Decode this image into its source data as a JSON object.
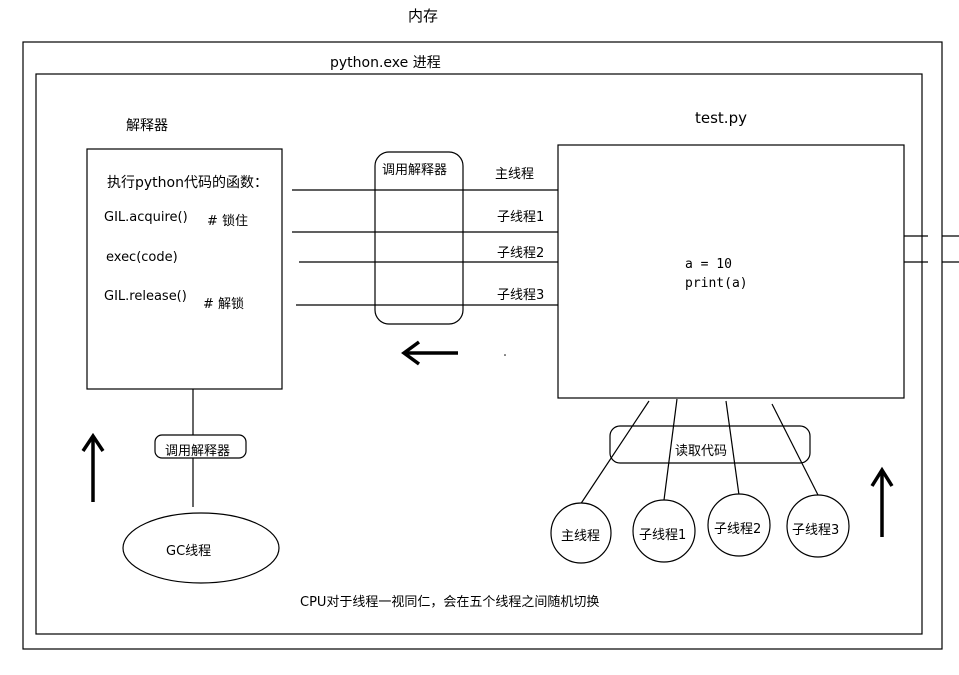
{
  "title": "内存",
  "process_label": "python.exe 进程",
  "interpreter": {
    "heading": "解释器",
    "func_title": "执行python代码的函数：",
    "acquire": "GIL.acquire()",
    "acquire_comment": "# 锁住",
    "exec": "exec(code)",
    "release": "GIL.release()",
    "release_comment": "# 解锁"
  },
  "call_interpreter_label": "调用解释器",
  "gc_call_label": "调用解释器",
  "gc_thread": "GC线程",
  "thread_lines": [
    "主线程",
    "子线程1",
    "子线程2",
    "子线程3"
  ],
  "test": {
    "heading": "test.py",
    "code_line1": "a = 10",
    "code_line2": "print(a)"
  },
  "read_code_label": "读取代码",
  "thread_circles": [
    "主线程",
    "子线程1",
    "子线程2",
    "子线程3"
  ],
  "footer": "CPU对于线程一视同仁，会在五个线程之间随机切换"
}
